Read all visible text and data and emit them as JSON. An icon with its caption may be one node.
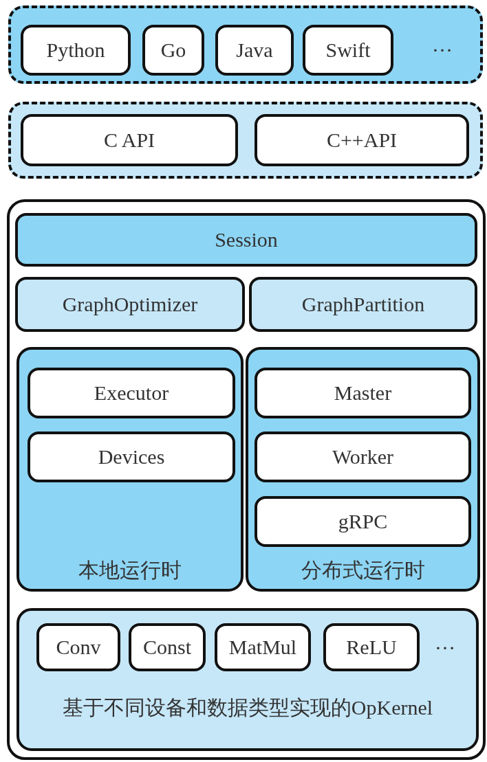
{
  "diagram": {
    "nodes": [
      {
        "text": [],
        "shape": "box"
      },
      {
        "text": [
          "Python"
        ],
        "in": 0
      },
      {
        "text": [
          "Go"
        ],
        "in": 0
      },
      {
        "text": [
          "Java"
        ],
        "in": 0
      },
      {
        "text": [
          "Swift"
        ],
        "in": 0
      },
      {
        "text": [],
        "shape": "box"
      },
      {
        "text": [
          "C API"
        ],
        "in": 5
      },
      {
        "text": [
          "C++API"
        ],
        "in": 5
      },
      {
        "text": [],
        "shape": "box"
      },
      {
        "text": [
          "Session"
        ],
        "in": 8
      },
      {
        "text": [
          "GraphOptimizer"
        ],
        "in": 8
      },
      {
        "text": [
          "GraphPartition"
        ],
        "in": 8
      },
      {
        "text": [
          "本地运行时"
        ],
        "in": 8
      },
      {
        "text": [
          "Executor"
        ],
        "in": 12
      },
      {
        "text": [
          "Devices"
        ],
        "in": 12
      },
      {
        "text": [
          "分布式运行时"
        ],
        "in": 8
      },
      {
        "text": [
          "Master"
        ],
        "in": 15
      },
      {
        "text": [
          "Worker"
        ],
        "in": 15
      },
      {
        "text": [
          "gRPC"
        ],
        "in": 15
      },
      {
        "text": [
          "基于不同设备和数据类型实现的OpKernel"
        ],
        "in": 8
      },
      {
        "text": [
          "Conv"
        ],
        "in": 19
      },
      {
        "text": [
          "Const"
        ],
        "in": 19
      },
      {
        "text": [
          "MatMul"
        ],
        "in": 19
      },
      {
        "text": [
          "ReLU"
        ],
        "in": 19
      }
    ],
    "labels": [
      "…",
      "…"
    ]
  }
}
